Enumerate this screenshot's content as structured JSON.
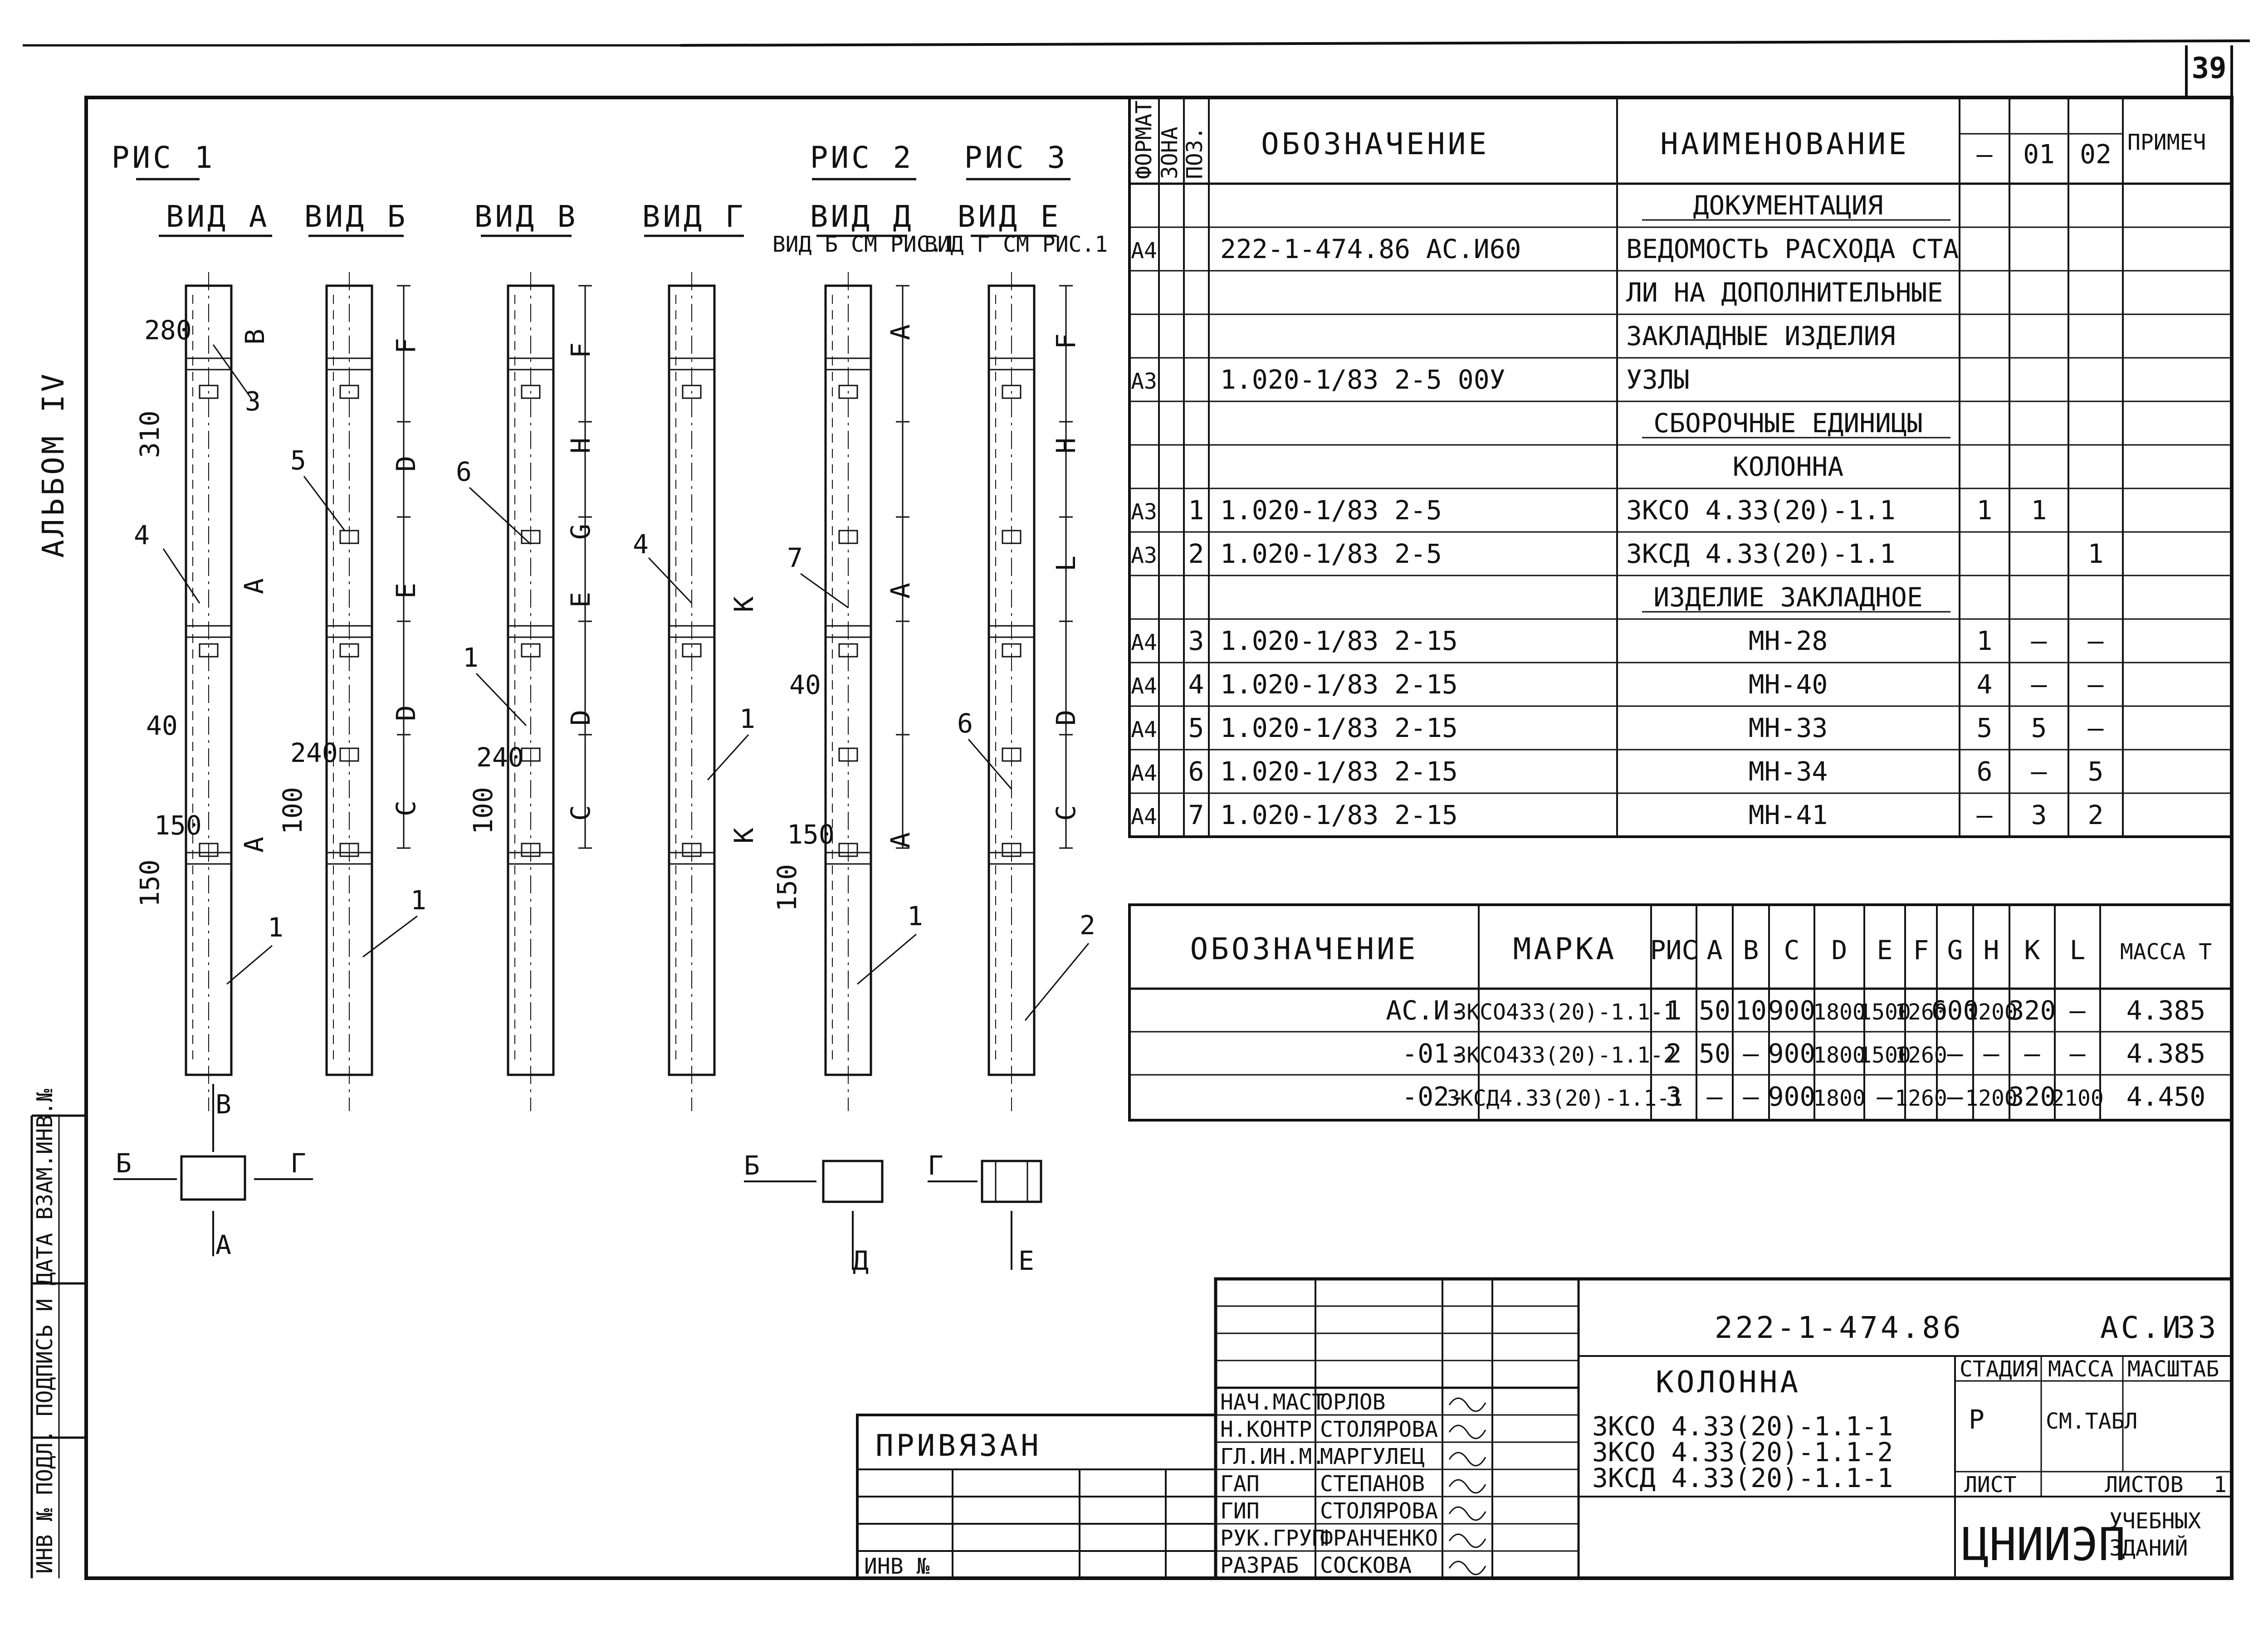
{
  "sheet": {
    "page_number": "39",
    "album": "АЛЬБОМ IV"
  },
  "figures": {
    "fig1_label": "РИС 1",
    "fig2_label": "РИС 2",
    "fig3_label": "РИС 3",
    "views": [
      "ВИД А",
      "ВИД Б",
      "ВИД В",
      "ВИД Г",
      "ВИД Д",
      "ВИД Е"
    ],
    "view_d_note": "ВИД Б СМ РИС.1",
    "view_e_note": "ВИД Г СМ РИС.1",
    "dims": {
      "d280": "280",
      "d310": "310",
      "d40": "40",
      "d150a": "150",
      "d150b": "150",
      "d240a": "240",
      "d100a": "100",
      "d240b": "240",
      "d100b": "100",
      "d40d": "40",
      "d150d": "150",
      "d150e": "150"
    },
    "zone_letters": {
      "b": "В",
      "a1": "А",
      "a2": "А",
      "f1": "F",
      "d1": "D",
      "e1": "E",
      "d2": "D",
      "c1": "C",
      "f2": "F",
      "h2": "H",
      "g2": "G",
      "e2": "E",
      "d3": "D",
      "c2": "C",
      "k1": "К",
      "k2": "К",
      "a3": "А",
      "a4": "А",
      "a5": "А",
      "f3": "F",
      "h3": "H",
      "l3": "L",
      "d4": "D",
      "c3": "C"
    },
    "callouts": [
      "3",
      "4",
      "5",
      "6",
      "4",
      "7",
      "6",
      "1",
      "1",
      "1",
      "1",
      "1",
      "2"
    ],
    "orientation_left": {
      "top": "В",
      "left": "Б",
      "right": "Г",
      "bottom": "А"
    },
    "orientation_right": {
      "left": "Б",
      "top": "Г",
      "bottom_left": "Д",
      "bottom_right": "Е"
    }
  },
  "spec_table": {
    "headers": [
      "ФОРМАТ",
      "ЗОНА",
      "ПОЗ.",
      "ОБОЗНАЧЕНИЕ",
      "НАИМЕНОВАНИЕ",
      "–",
      "01",
      "02",
      "ПРИМЕЧ"
    ],
    "rows": [
      {
        "fmt": "",
        "pos": "",
        "code": "",
        "name": "ДОКУМЕНТАЦИЯ",
        "q0": "",
        "q1": "",
        "q2": ""
      },
      {
        "fmt": "А4",
        "pos": "",
        "code": "222-1-474.86      АС.И60",
        "name": "ВЕДОМОСТЬ РАСХОДА СТА",
        "q0": "",
        "q1": "",
        "q2": ""
      },
      {
        "fmt": "",
        "pos": "",
        "code": "",
        "name": "ЛИ НА ДОПОЛНИТЕЛЬНЫЕ",
        "q0": "",
        "q1": "",
        "q2": ""
      },
      {
        "fmt": "",
        "pos": "",
        "code": "",
        "name": "ЗАКЛАДНЫЕ ИЗДЕЛИЯ",
        "q0": "",
        "q1": "",
        "q2": ""
      },
      {
        "fmt": "А3",
        "pos": "",
        "code": "1.020-1/83 2-5     00У",
        "name": "УЗЛЫ",
        "q0": "",
        "q1": "",
        "q2": ""
      },
      {
        "fmt": "",
        "pos": "",
        "code": "",
        "name": "СБОРОЧНЫЕ ЕДИНИЦЫ",
        "q0": "",
        "q1": "",
        "q2": ""
      },
      {
        "fmt": "",
        "pos": "",
        "code": "",
        "name": "КОЛОННА",
        "q0": "",
        "q1": "",
        "q2": ""
      },
      {
        "fmt": "А3",
        "pos": "1",
        "code": "1.020-1/83      2-5",
        "name": "3КСО 4.33(20)-1.1",
        "q0": "1",
        "q1": "1",
        "q2": ""
      },
      {
        "fmt": "А3",
        "pos": "2",
        "code": "1.020-1/83      2-5",
        "name": "3КСД 4.33(20)-1.1",
        "q0": "",
        "q1": "",
        "q2": "1"
      },
      {
        "fmt": "",
        "pos": "",
        "code": "",
        "name": "ИЗДЕЛИЕ ЗАКЛАДНОЕ",
        "q0": "",
        "q1": "",
        "q2": ""
      },
      {
        "fmt": "А4",
        "pos": "3",
        "code": "1.020-1/83  2-15",
        "name": "МН-28",
        "q0": "1",
        "q1": "–",
        "q2": "–"
      },
      {
        "fmt": "А4",
        "pos": "4",
        "code": "1.020-1/83  2-15",
        "name": "МН-40",
        "q0": "4",
        "q1": "–",
        "q2": "–"
      },
      {
        "fmt": "А4",
        "pos": "5",
        "code": "1.020-1/83  2-15",
        "name": "МН-33",
        "q0": "5",
        "q1": "5",
        "q2": "–"
      },
      {
        "fmt": "А4",
        "pos": "6",
        "code": "1.020-1/83  2-15",
        "name": "МН-34",
        "q0": "6",
        "q1": "–",
        "q2": "5"
      },
      {
        "fmt": "А4",
        "pos": "7",
        "code": "1.020-1/83  2-15",
        "name": "МН-41",
        "q0": "–",
        "q1": "3",
        "q2": "2"
      }
    ]
  },
  "variant_table": {
    "headers": [
      "ОБОЗНАЧЕНИЕ",
      "МАРКА",
      "РИС",
      "А",
      "В",
      "С",
      "D",
      "E",
      "F",
      "G",
      "H",
      "K",
      "L",
      "МАССА Т"
    ],
    "rows": [
      [
        "АС.И-",
        "3КСО433(20)-1.1-1",
        "1",
        "50",
        "10",
        "900",
        "1800",
        "1500",
        "1260",
        "600",
        "1200",
        "320",
        "–",
        "4.385"
      ],
      [
        "-01-",
        "3КСО433(20)-1.1-2",
        "2",
        "50",
        "–",
        "900",
        "1800",
        "1500",
        "1260",
        "–",
        "–",
        "–",
        "–",
        "4.385"
      ],
      [
        "-02-",
        "3КСД4.33(20)-1.1-1",
        "3",
        "–",
        "–",
        "900",
        "1800",
        "–",
        "1260",
        "–",
        "1200",
        "320",
        "2100",
        "4.450"
      ]
    ]
  },
  "side_stamp": "ИНВ № ПОДЛ. ПОДПИСЬ И ДАТА ВЗАМ.ИНВ.№",
  "bound_box": {
    "label": "ПРИВЯЗАН",
    "inv_label": "ИНВ №"
  },
  "title_block": {
    "doc_code": "222-1-474.86",
    "sheet_code": "АС.И",
    "sheet_num": "33",
    "product_title": "КОЛОННА",
    "marks": [
      "3КСО 4.33(20)-1.1-1",
      "3КСО 4.33(20)-1.1-2",
      "3КСД 4.33(20)-1.1-1"
    ],
    "stage_header": "СТАДИЯ",
    "mass_header": "МАССА",
    "scale_header": "МАСШТАБ",
    "stage": "Р",
    "mass": "СМ.ТАБЛ",
    "sheet_label": "ЛИСТ",
    "sheets_label": "ЛИСТОВ",
    "sheets_count": "1",
    "org": "ЦНИИЭП",
    "org_sub1": "УЧЕБНЫХ",
    "org_sub2": "ЗДАНИЙ",
    "staff": [
      {
        "role": "НАЧ.МАСТ",
        "name": "ОРЛОВ"
      },
      {
        "role": "Н.КОНТР",
        "name": "СТОЛЯРОВА"
      },
      {
        "role": "ГЛ.ИН.М.",
        "name": "МАРГУЛЕЦ"
      },
      {
        "role": "ГАП",
        "name": "СТЕПАНОВ"
      },
      {
        "role": "ГИП",
        "name": "СТОЛЯРОВА"
      },
      {
        "role": "РУК.ГРУП",
        "name": "ФРАНЧЕНКО"
      },
      {
        "role": "РАЗРАБ",
        "name": "СОСКОВА"
      }
    ]
  }
}
